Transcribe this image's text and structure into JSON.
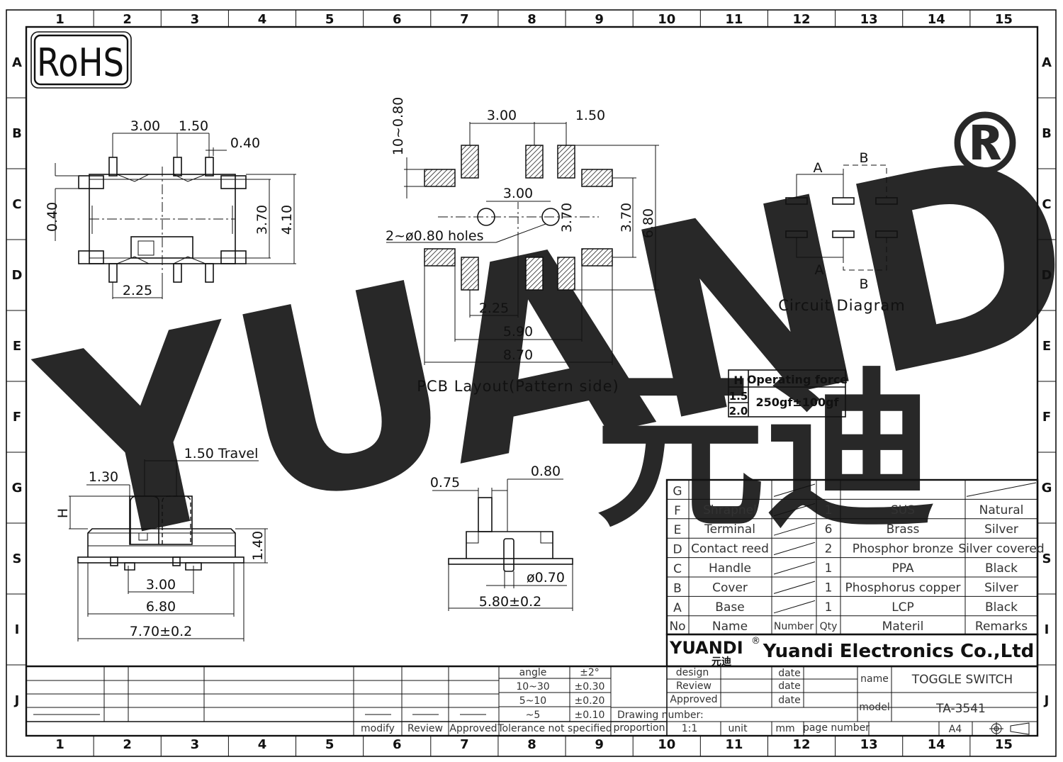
{
  "grid": {
    "cols": [
      "1",
      "2",
      "3",
      "4",
      "5",
      "6",
      "7",
      "8",
      "9",
      "10",
      "11",
      "12",
      "13",
      "14",
      "15"
    ],
    "rows": [
      "A",
      "B",
      "C",
      "D",
      "E",
      "F",
      "G",
      "S",
      "I",
      "J"
    ]
  },
  "badges": {
    "rohs": "RoHS"
  },
  "watermark": {
    "text": "YUANDI",
    "cn": "元迪",
    "reg": "®"
  },
  "top_view": {
    "d_300": "3.00",
    "d_150": "1.50",
    "d_040": "0.40",
    "d_040v": "0.40",
    "d_370": "3.70",
    "d_410": "4.10",
    "d_225": "2.25"
  },
  "pcb": {
    "d_1080": "10~0.80",
    "d_300": "3.00",
    "d_150": "1.50",
    "d_300b": "3.00",
    "holes": "2~ø0.80  holes",
    "d_370a": "3.70",
    "d_370b": "3.70",
    "d_680": "6.80",
    "d_225": "2.25",
    "d_590": "5.90",
    "d_870": "8.70",
    "caption": "PCB  Layout(Pattern  side)"
  },
  "circuit": {
    "a_top": "A",
    "b_top": "B",
    "a_bot": "A",
    "b_bot": "B",
    "caption": "Circuit  Diagram"
  },
  "force_table": {
    "h_header": "H",
    "header": "Operating force",
    "h_values": [
      "1.5",
      "2.0"
    ],
    "value": "250gf±100gf"
  },
  "side_view": {
    "d_130": "1.30",
    "d_150": "1.50  Travel",
    "h": "H",
    "d_140": "1.40",
    "d_300": "3.00",
    "d_680": "6.80",
    "d_770": "7.70±0.2"
  },
  "end_view": {
    "d_075": "0.75",
    "d_080": "0.80",
    "d_070": "ø0.70",
    "d_580": "5.80±0.2"
  },
  "bom": {
    "rows": [
      {
        "no": "G",
        "name": "",
        "qty": "",
        "material": "",
        "remarks": ""
      },
      {
        "no": "F",
        "name": "Shrapnel",
        "qty": "1",
        "material": "SUS",
        "remarks": "Natural"
      },
      {
        "no": "E",
        "name": "Terminal",
        "qty": "6",
        "material": "Brass",
        "remarks": "Silver"
      },
      {
        "no": "D",
        "name": "Contact reed",
        "qty": "2",
        "material": "Phosphor bronze",
        "remarks": "Silver covered"
      },
      {
        "no": "C",
        "name": "Handle",
        "qty": "1",
        "material": "PPA",
        "remarks": "Black"
      },
      {
        "no": "B",
        "name": "Cover",
        "qty": "1",
        "material": "Phosphorus copper",
        "remarks": "Silver"
      },
      {
        "no": "A",
        "name": "Base",
        "qty": "1",
        "material": "LCP",
        "remarks": "Black"
      }
    ],
    "headers": {
      "no": "No",
      "name": "Name",
      "number": "Number",
      "qty": "Qty",
      "material": "Materil",
      "remarks": "Remarks"
    }
  },
  "company": {
    "logo": "YUANDI",
    "logo_cn": "元迪",
    "reg": "®",
    "name": "Yuandi Electronics Co.,Ltd"
  },
  "tolerance": {
    "angle": "angle",
    "angle_val": "±2°",
    "r1": "10~30",
    "v1": "±0.30",
    "r2": "5~10",
    "v2": "±0.20",
    "r3": "~5",
    "v3": "±0.10",
    "footer": "Tolerance not specified",
    "modify": "modify",
    "review": "Review",
    "approved": "Approved"
  },
  "title_block": {
    "design": "design",
    "review": "Review",
    "approved": "Approved",
    "date1": "date",
    "date2": "date",
    "date3": "date",
    "drawing_number": "Drawing number:",
    "name_label": "name",
    "name_value": "TOGGLE SWITCH",
    "model_label": "model",
    "model_value": "TA-3541",
    "proportion": "proportion",
    "scale": "1:1",
    "unit": "unit",
    "unit_value": "mm",
    "page_number": "page number",
    "size": "A4"
  }
}
